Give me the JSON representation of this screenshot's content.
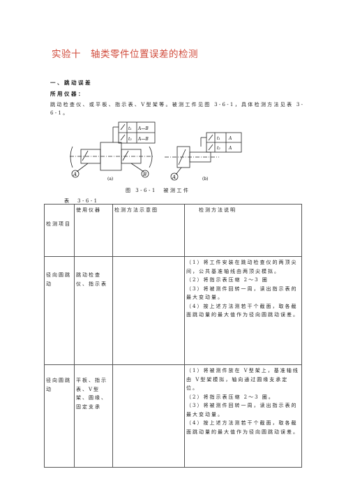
{
  "doc": {
    "title": "实验十　轴类零件位置误差的检测",
    "section": "一、跳动误差",
    "tools_label": "所用仪器：",
    "intro": "跳动检查仪、或平板、指示表、V型架等。被测工件见图 3-6-1，具体检测方法见表 3-6-1。",
    "figure_caption": "图 3-6-1　被测工件",
    "fig_labels": {
      "a": "(a)",
      "b": "(b)",
      "A": "A",
      "B": "B",
      "t1": "t₁",
      "t2": "t₂",
      "AB": "A—B",
      "Aref": "A"
    },
    "table_label": "表　3-6-1",
    "table": {
      "headers": {
        "item": "检测项目",
        "tool": "使用仪器",
        "diagram": "检测方法示意图",
        "desc": "检测方法说明"
      },
      "rows": [
        {
          "item": "径向圆跳动",
          "tool": "跳动检查仪、指示表",
          "desc": "（1）将工件安装在跳动检查仪的两顶尖间，公共基准轴线由两顶尖模拟。\n（2）将指示表压缩 2～3 圈\n（3）将被测件回转一周，读出指示表的最大变动量。\n（4）按上述方法测若干个截面，取各截面跳动量的最大值作为径向圆跳动误差。"
        },
        {
          "item": "径向圆跳动",
          "tool": "平板、指示表、V型架、圆缘、固定支承",
          "desc": "（1）将被测件放在 V型架上，基准轴线由 V型架模拟，轴向通过圆缘支承定位。\n（2）将指示表压缩 2～3 圈。\n（3）将被测件回转一周，读出指示表的最大变动量。\n（4）按上述方法测若干个截面，取各截面跳动量的最大值作为径向圆跳动误差。"
        }
      ]
    }
  }
}
